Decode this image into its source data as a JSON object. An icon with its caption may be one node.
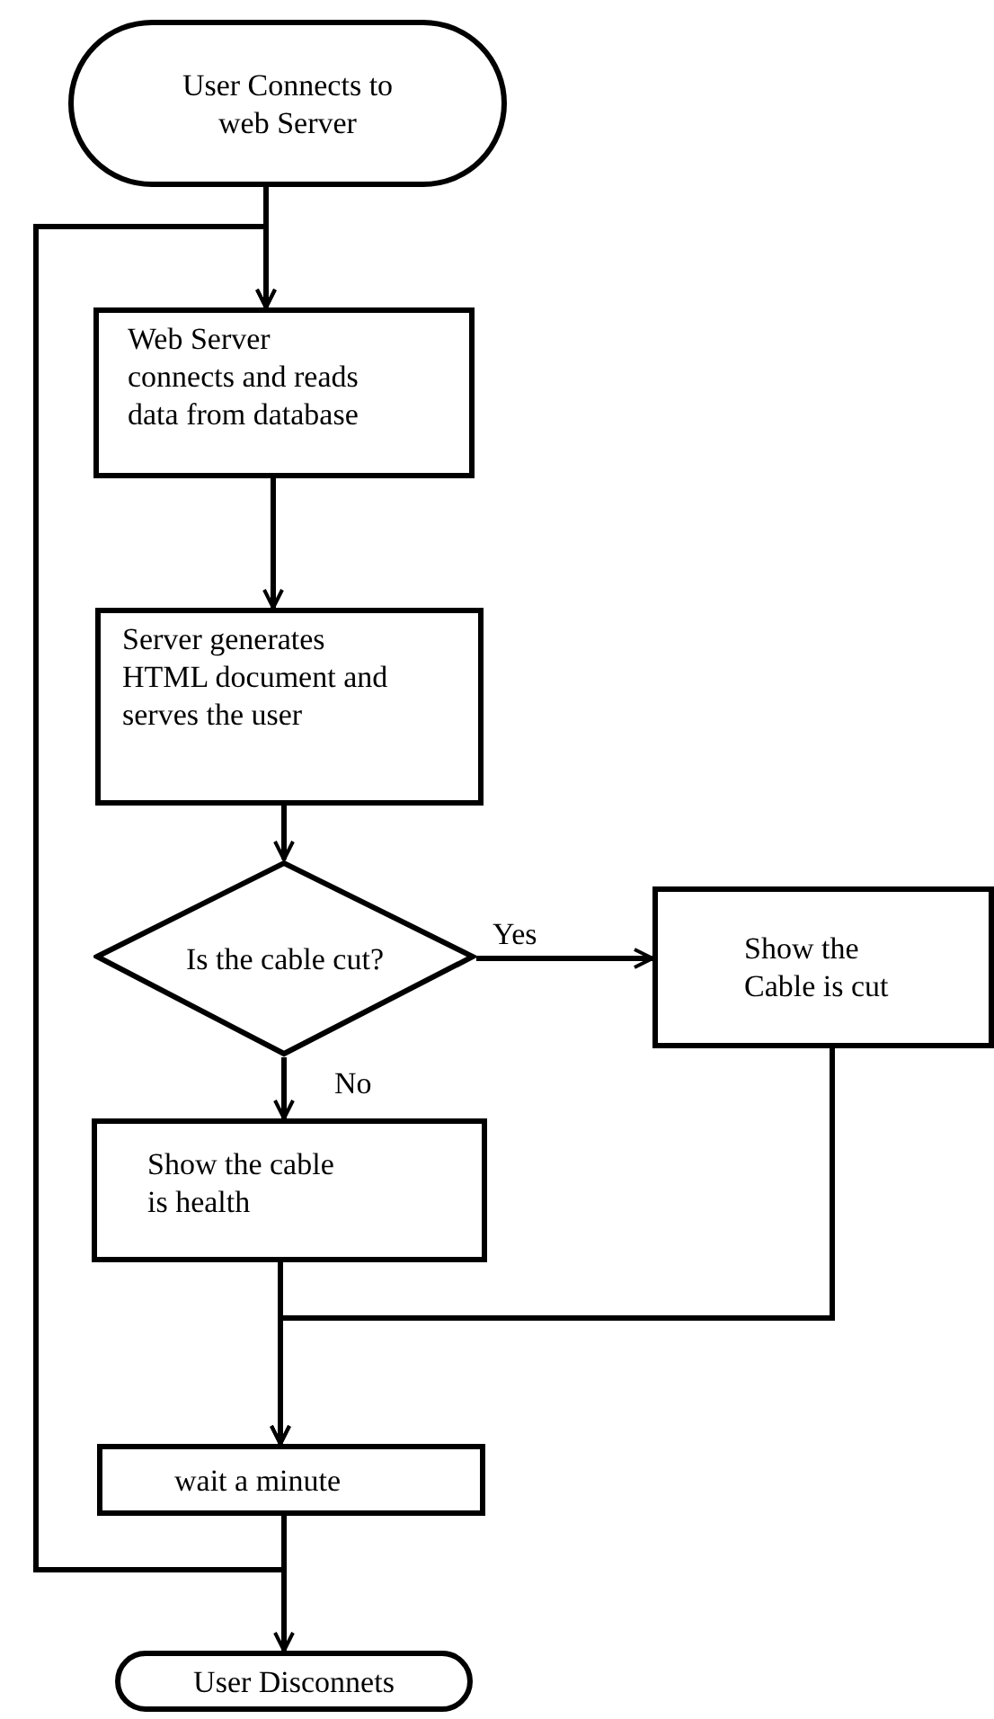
{
  "diagram": {
    "nodes": [
      {
        "text": [
          "User Connects to web Server"
        ]
      },
      {
        "text": [
          "Web Server connects and reads data from database"
        ]
      },
      {
        "text": [
          "Server generates HTML document and serves the user"
        ]
      },
      {
        "text": [
          "Is the cable cut?"
        ]
      },
      {
        "text": [
          "Show the Cable is cut"
        ]
      },
      {
        "text": [
          "Show the cable is health"
        ]
      },
      {
        "text": [
          "wait a minute"
        ]
      },
      {
        "text": [
          "User Disconnets"
        ]
      }
    ],
    "edges": [
      {
        "from": 0,
        "to": 1,
        "arrow": "to"
      },
      {
        "from": 1,
        "to": 2,
        "arrow": "to"
      },
      {
        "from": 2,
        "to": 3,
        "arrow": "to"
      },
      {
        "from": 3,
        "to": 4,
        "arrow": "to",
        "label": "Yes"
      },
      {
        "from": 3,
        "to": 5,
        "arrow": "to",
        "label": "No"
      },
      {
        "from": 5,
        "to": 6,
        "arrow": "to"
      },
      {
        "from": 4,
        "to": 6,
        "arrow": "to"
      },
      {
        "from": 6,
        "to": 1,
        "arrow": "to"
      },
      {
        "from": 6,
        "to": 7,
        "arrow": "to"
      }
    ]
  }
}
